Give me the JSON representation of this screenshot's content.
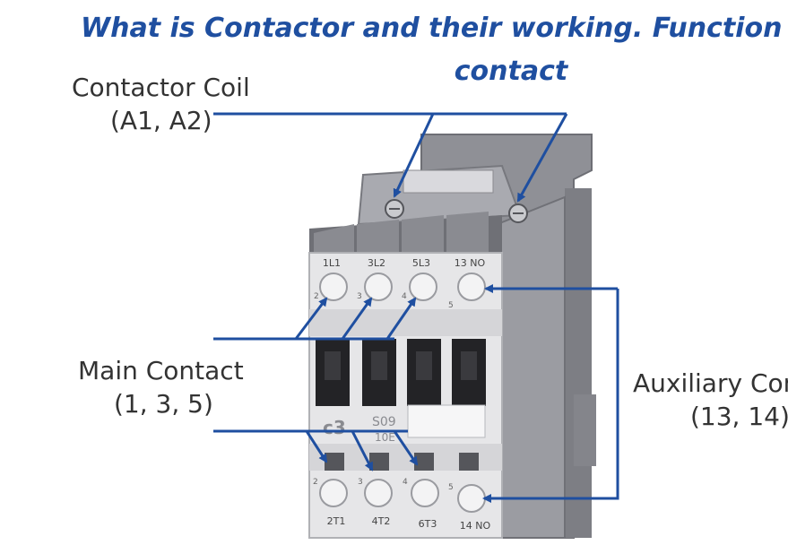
{
  "title": {
    "line1": "What is Contactor and their working. Function of",
    "line2": "contact"
  },
  "labels": {
    "coil_name": "Contactor Coil",
    "coil_terms": "(A1, A2)",
    "main_name": "Main Contact",
    "main_terms": "(1, 3, 5)",
    "aux_name": "Auxiliary Con",
    "aux_terms": "(13, 14)"
  },
  "device": {
    "top_terminals": [
      "1L1",
      "3L2",
      "5L3",
      "13 NO"
    ],
    "bottom_terminals": [
      "2T1",
      "4T2",
      "6T3",
      "14 NO"
    ],
    "top_small": [
      "2",
      "3",
      "4",
      "5"
    ],
    "bottom_small": [
      "2",
      "3",
      "4",
      "5"
    ],
    "brand": "c3",
    "model_line1": "S09",
    "model_line2": "10E"
  },
  "colors": {
    "arrow": "#1f4fa0",
    "title": "#1f4fa0",
    "body_light": "#e6e6e8",
    "body_dark": "#8f9096"
  }
}
